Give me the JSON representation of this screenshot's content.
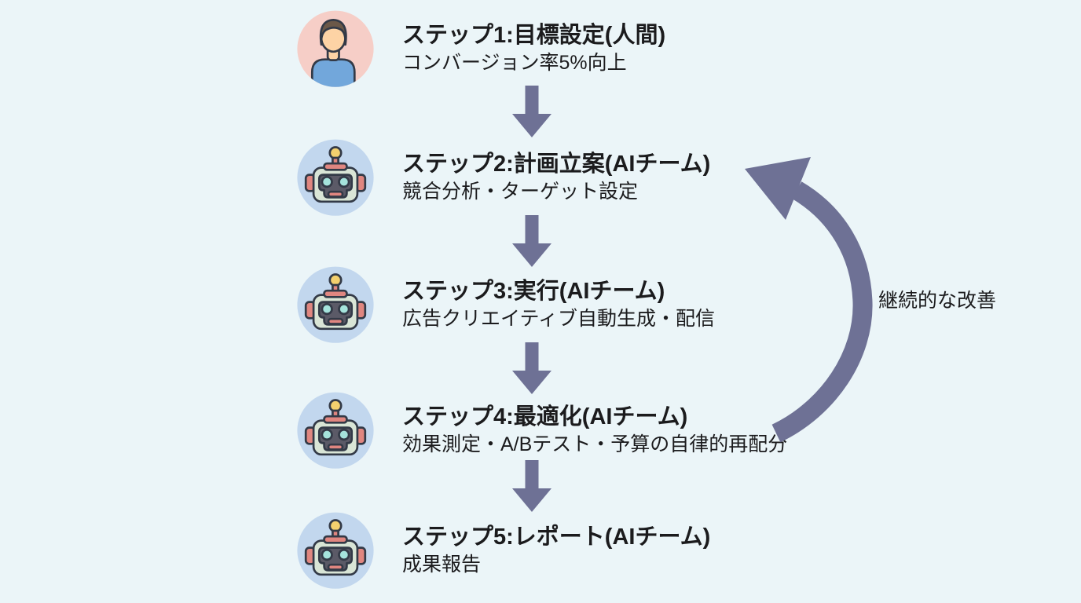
{
  "theme": {
    "bg": "#ebf5f8",
    "arrow": "#6e7195",
    "text": "#1b1b1d",
    "human-circle": "#f6cec7",
    "skin": "#fdd3a5",
    "hair": "#6b5848",
    "shirt": "#72a7db",
    "robot-circle": "#c2d7ee",
    "robot-head": "#d9e5d6",
    "robot-face": "#5b5a67",
    "robot-eye": "#a5e3dc",
    "robot-red": "#e08680",
    "robot-yellow": "#f3d06e",
    "outline": "#333a47"
  },
  "diagram": {
    "loop_label": "継続的な改善",
    "icons": {
      "human": "human-avatar-icon",
      "robot": "robot-avatar-icon",
      "down": "down-arrow-icon",
      "loop": "loop-arrow-icon"
    },
    "steps": [
      {
        "avatar": "human",
        "title": "ステップ1:目標設定(人間)",
        "subtitle": "コンバージョン率5%向上"
      },
      {
        "avatar": "robot",
        "title": "ステップ2:計画立案(AIチーム)",
        "subtitle": "競合分析・ターゲット設定"
      },
      {
        "avatar": "robot",
        "title": "ステップ3:実行(AIチーム)",
        "subtitle": "広告クリエイティブ自動生成・配信"
      },
      {
        "avatar": "robot",
        "title": "ステップ4:最適化(AIチーム)",
        "subtitle": "効果測定・A/Bテスト・予算の自律的再配分"
      },
      {
        "avatar": "robot",
        "title": "ステップ5:レポート(AIチーム)",
        "subtitle": "成果報告"
      }
    ]
  }
}
